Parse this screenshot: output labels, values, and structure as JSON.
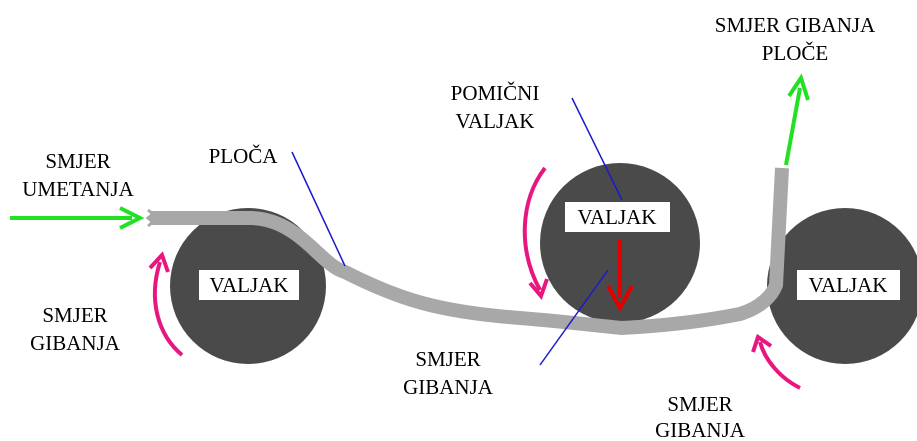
{
  "labels": {
    "insertion_direction": [
      "SMJER",
      "UMETANJA"
    ],
    "plate": "PLOČA",
    "movable_roller": [
      "POMIČNI",
      "VALJAK"
    ],
    "plate_motion_direction": [
      "SMJER GIBANJA",
      "PLOČE"
    ],
    "motion_direction_left": [
      "SMJER",
      "GIBANJA"
    ],
    "motion_direction_center": [
      "SMJER",
      "GIBANJA"
    ],
    "motion_direction_right": [
      "SMJER",
      "GIBANJA"
    ]
  },
  "rollers": {
    "left": "VALJAK",
    "center": "VALJAK",
    "right": "VALJAK"
  },
  "colors": {
    "roller": "#4a4a4a",
    "plate": "#a8a8a8",
    "insertion_arrow": "#22e022",
    "exit_arrow": "#22e022",
    "rotation_arrows": "#e8177f",
    "press_arrow": "#e00000",
    "leader_lines": "#1a1acc"
  }
}
